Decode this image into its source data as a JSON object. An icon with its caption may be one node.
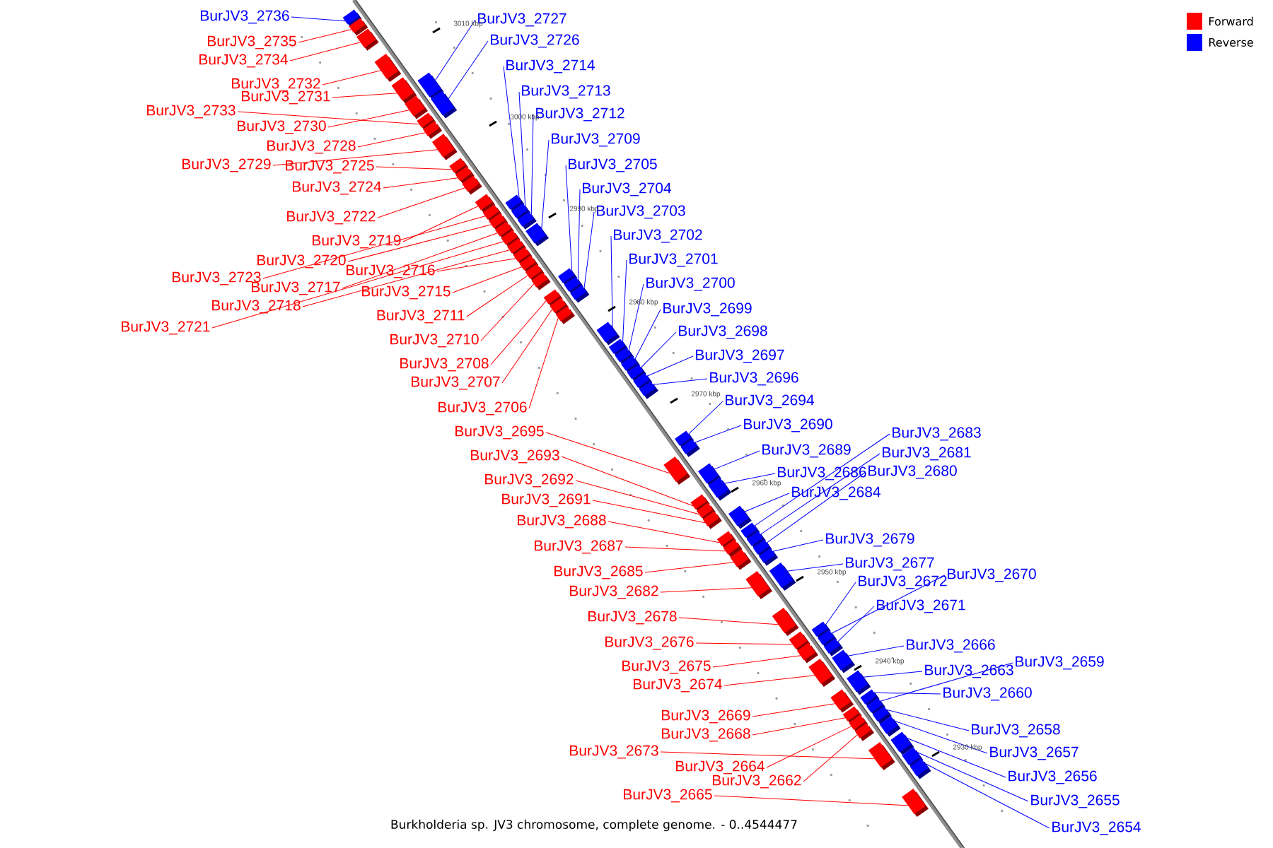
{
  "diagram": {
    "caption": "Burkholderia sp. JV3 chromosome, complete genome. - 0..4544477",
    "nodes": [
      {
        "text": [
          "BurJV3_2736"
        ]
      },
      {
        "text": [
          "BurJV3_2735"
        ]
      },
      {
        "text": [
          "BurJV3_2734"
        ]
      },
      {
        "text": [
          "BurJV3_2732"
        ]
      },
      {
        "text": [
          "BurJV3_2733"
        ]
      },
      {
        "text": [
          "BurJV3_2731"
        ]
      },
      {
        "text": [
          "BurJV3_2730"
        ]
      },
      {
        "text": [
          "BurJV3_2728"
        ]
      },
      {
        "text": [
          "BurJV3_2729"
        ]
      },
      {
        "text": [
          "BurJV3_2725"
        ]
      },
      {
        "text": [
          "BurJV3_2724"
        ]
      },
      {
        "text": [
          "BurJV3_2722"
        ]
      },
      {
        "text": [
          "BurJV3_2719"
        ]
      },
      {
        "text": [
          "BurJV3_2720"
        ]
      },
      {
        "text": [
          "BurJV3_2716"
        ]
      },
      {
        "text": [
          "BurJV3_2723"
        ]
      },
      {
        "text": [
          "BurJV3_2717"
        ]
      },
      {
        "text": [
          "BurJV3_2715"
        ]
      },
      {
        "text": [
          "BurJV3_2718"
        ]
      },
      {
        "text": [
          "BurJV3_2721"
        ]
      },
      {
        "text": [
          "BurJV3_2711"
        ]
      },
      {
        "text": [
          "BurJV3_2710"
        ]
      },
      {
        "text": [
          "BurJV3_2708"
        ]
      },
      {
        "text": [
          "BurJV3_2707"
        ]
      },
      {
        "text": [
          "BurJV3_2706"
        ]
      },
      {
        "text": [
          "BurJV3_2695"
        ]
      },
      {
        "text": [
          "BurJV3_2693"
        ]
      },
      {
        "text": [
          "BurJV3_2692"
        ]
      },
      {
        "text": [
          "BurJV3_2691"
        ]
      },
      {
        "text": [
          "BurJV3_2688"
        ]
      },
      {
        "text": [
          "BurJV3_2687"
        ]
      },
      {
        "text": [
          "BurJV3_2685"
        ]
      },
      {
        "text": [
          "BurJV3_2682"
        ]
      },
      {
        "text": [
          "BurJV3_2678"
        ]
      },
      {
        "text": [
          "BurJV3_2676"
        ]
      },
      {
        "text": [
          "BurJV3_2675"
        ]
      },
      {
        "text": [
          "BurJV3_2674"
        ]
      },
      {
        "text": [
          "BurJV3_2669"
        ]
      },
      {
        "text": [
          "BurJV3_2668"
        ]
      },
      {
        "text": [
          "BurJV3_2673"
        ]
      },
      {
        "text": [
          "BurJV3_2664"
        ]
      },
      {
        "text": [
          "BurJV3_2662"
        ]
      },
      {
        "text": [
          "BurJV3_2665"
        ]
      },
      {
        "text": [
          "BurJV3_2727"
        ]
      },
      {
        "text": [
          "BurJV3_2726"
        ]
      },
      {
        "text": [
          "BurJV3_2714"
        ]
      },
      {
        "text": [
          "BurJV3_2713"
        ]
      },
      {
        "text": [
          "BurJV3_2712"
        ]
      },
      {
        "text": [
          "BurJV3_2709"
        ]
      },
      {
        "text": [
          "BurJV3_2705"
        ]
      },
      {
        "text": [
          "BurJV3_2704"
        ]
      },
      {
        "text": [
          "BurJV3_2703"
        ]
      },
      {
        "text": [
          "BurJV3_2702"
        ]
      },
      {
        "text": [
          "BurJV3_2701"
        ]
      },
      {
        "text": [
          "BurJV3_2700"
        ]
      },
      {
        "text": [
          "BurJV3_2699"
        ]
      },
      {
        "text": [
          "BurJV3_2698"
        ]
      },
      {
        "text": [
          "BurJV3_2697"
        ]
      },
      {
        "text": [
          "BurJV3_2696"
        ]
      },
      {
        "text": [
          "BurJV3_2694"
        ]
      },
      {
        "text": [
          "BurJV3_2690"
        ]
      },
      {
        "text": [
          "BurJV3_2689"
        ]
      },
      {
        "text": [
          "BurJV3_2686"
        ]
      },
      {
        "text": [
          "BurJV3_2684"
        ]
      },
      {
        "text": [
          "BurJV3_2683"
        ]
      },
      {
        "text": [
          "BurJV3_2681"
        ]
      },
      {
        "text": [
          "BurJV3_2680"
        ]
      },
      {
        "text": [
          "BurJV3_2679"
        ]
      },
      {
        "text": [
          "BurJV3_2677"
        ]
      },
      {
        "text": [
          "BurJV3_2672"
        ]
      },
      {
        "text": [
          "BurJV3_2670"
        ]
      },
      {
        "text": [
          "BurJV3_2671"
        ]
      },
      {
        "text": [
          "BurJV3_2666"
        ]
      },
      {
        "text": [
          "BurJV3_2663"
        ]
      },
      {
        "text": [
          "BurJV3_2659"
        ]
      },
      {
        "text": [
          "BurJV3_2660"
        ]
      },
      {
        "text": [
          "BurJV3_2658"
        ]
      },
      {
        "text": [
          "BurJV3_2657"
        ]
      },
      {
        "text": [
          "BurJV3_2656"
        ]
      },
      {
        "text": [
          "BurJV3_2655"
        ]
      },
      {
        "text": [
          "BurJV3_2654"
        ]
      },
      {
        "text": [],
        "shape": "box"
      },
      {
        "text": [],
        "shape": "box"
      },
      {
        "text": [],
        "shape": "box"
      },
      {
        "text": [],
        "shape": "box"
      },
      {
        "text": [],
        "shape": "box"
      },
      {
        "text": [],
        "shape": "box"
      },
      {
        "text": [],
        "shape": "box"
      },
      {
        "text": [],
        "shape": "box"
      },
      {
        "text": [],
        "shape": "box"
      },
      {
        "text": [],
        "shape": "box"
      },
      {
        "text": [],
        "shape": "box"
      },
      {
        "text": [],
        "shape": "box"
      },
      {
        "text": [],
        "shape": "box"
      },
      {
        "text": [],
        "shape": "box"
      },
      {
        "text": [],
        "shape": "box"
      },
      {
        "text": [],
        "shape": "box"
      },
      {
        "text": [],
        "shape": "box"
      },
      {
        "text": [],
        "shape": "box"
      },
      {
        "text": [],
        "shape": "box"
      },
      {
        "text": [],
        "shape": "box"
      },
      {
        "text": [],
        "shape": "box"
      },
      {
        "text": [],
        "shape": "box"
      },
      {
        "text": [],
        "shape": "box"
      },
      {
        "text": [],
        "shape": "box"
      },
      {
        "text": [],
        "shape": "box"
      },
      {
        "text": [],
        "shape": "box"
      },
      {
        "text": [],
        "shape": "box"
      },
      {
        "text": [],
        "shape": "box"
      },
      {
        "text": [],
        "shape": "box"
      },
      {
        "text": [],
        "shape": "box"
      },
      {
        "text": [],
        "shape": "box"
      },
      {
        "text": [],
        "shape": "box"
      },
      {
        "text": [],
        "shape": "box"
      },
      {
        "text": [],
        "shape": "box"
      },
      {
        "text": [],
        "shape": "box"
      },
      {
        "text": [],
        "shape": "box"
      },
      {
        "text": [],
        "shape": "box"
      },
      {
        "text": [],
        "shape": "box"
      },
      {
        "text": [],
        "shape": "box"
      },
      {
        "text": [],
        "shape": "box"
      },
      {
        "text": [],
        "shape": "box"
      },
      {
        "text": [],
        "shape": "box"
      },
      {
        "text": [],
        "shape": "box"
      },
      {
        "text": [],
        "shape": "box"
      },
      {
        "text": [],
        "shape": "box"
      },
      {
        "text": [],
        "shape": "box"
      },
      {
        "text": [],
        "shape": "box"
      },
      {
        "text": [],
        "shape": "box"
      },
      {
        "text": [],
        "shape": "box"
      },
      {
        "text": [],
        "shape": "box"
      },
      {
        "text": [],
        "shape": "box"
      },
      {
        "text": [],
        "shape": "box"
      },
      {
        "text": [],
        "shape": "box"
      },
      {
        "text": [],
        "shape": "box"
      },
      {
        "text": [],
        "shape": "box"
      },
      {
        "text": [],
        "shape": "box"
      },
      {
        "text": [],
        "shape": "box"
      },
      {
        "text": [],
        "shape": "box"
      },
      {
        "text": [],
        "shape": "box"
      },
      {
        "text": [],
        "shape": "box"
      },
      {
        "text": [],
        "shape": "box"
      },
      {
        "text": [],
        "shape": "box"
      },
      {
        "text": [],
        "shape": "box"
      },
      {
        "text": [],
        "shape": "box"
      },
      {
        "text": [],
        "shape": "box"
      },
      {
        "text": [],
        "shape": "box"
      },
      {
        "text": [],
        "shape": "box"
      },
      {
        "text": [],
        "shape": "box"
      },
      {
        "text": [],
        "shape": "box"
      },
      {
        "text": [],
        "shape": "box"
      },
      {
        "text": [],
        "shape": "box"
      },
      {
        "text": [],
        "shape": "box"
      },
      {
        "text": [],
        "shape": "box"
      },
      {
        "text": [],
        "shape": "box"
      },
      {
        "text": [],
        "shape": "box"
      },
      {
        "text": [],
        "shape": "box"
      },
      {
        "text": [],
        "shape": "box"
      },
      {
        "text": [],
        "shape": "box"
      },
      {
        "text": [],
        "shape": "box"
      },
      {
        "text": [],
        "shape": "box"
      },
      {
        "text": [],
        "shape": "box"
      }
    ],
    "edges": [
      {
        "from": 0,
        "to": 81,
        "arrow": "none",
        "color": "#0000ff"
      },
      {
        "from": 1,
        "to": 82,
        "arrow": "none",
        "color": "#ff0000"
      },
      {
        "from": 2,
        "to": 83,
        "arrow": "none",
        "color": "#ff0000"
      },
      {
        "from": 3,
        "to": 84,
        "arrow": "none",
        "color": "#ff0000"
      },
      {
        "from": 4,
        "to": 89,
        "arrow": "none",
        "color": "#ff0000"
      },
      {
        "from": 5,
        "to": 85,
        "arrow": "none",
        "color": "#ff0000"
      },
      {
        "from": 6,
        "to": 87,
        "arrow": "none",
        "color": "#ff0000"
      },
      {
        "from": 7,
        "to": 90,
        "arrow": "none",
        "color": "#ff0000"
      },
      {
        "from": 8,
        "to": 91,
        "arrow": "none",
        "color": "#ff0000"
      },
      {
        "from": 9,
        "to": 92,
        "arrow": "none",
        "color": "#ff0000"
      },
      {
        "from": 10,
        "to": 93,
        "arrow": "none",
        "color": "#ff0000"
      },
      {
        "from": 11,
        "to": 94,
        "arrow": "none",
        "color": "#ff0000"
      },
      {
        "from": 12,
        "to": 95,
        "arrow": "none",
        "color": "#ff0000"
      },
      {
        "from": 13,
        "to": 97,
        "arrow": "none",
        "color": "#ff0000"
      },
      {
        "from": 14,
        "to": 104,
        "arrow": "none",
        "color": "#ff0000"
      },
      {
        "from": 15,
        "to": 96,
        "arrow": "none",
        "color": "#ff0000"
      },
      {
        "from": 16,
        "to": 100,
        "arrow": "none",
        "color": "#ff0000"
      },
      {
        "from": 17,
        "to": 105,
        "arrow": "none",
        "color": "#ff0000"
      },
      {
        "from": 18,
        "to": 103,
        "arrow": "none",
        "color": "#ff0000"
      },
      {
        "from": 19,
        "to": 102,
        "arrow": "none",
        "color": "#ff0000"
      },
      {
        "from": 20,
        "to": 107,
        "arrow": "none",
        "color": "#ff0000"
      },
      {
        "from": 21,
        "to": 108,
        "arrow": "none",
        "color": "#ff0000"
      },
      {
        "from": 22,
        "to": 111,
        "arrow": "none",
        "color": "#ff0000"
      },
      {
        "from": 23,
        "to": 112,
        "arrow": "none",
        "color": "#ff0000"
      },
      {
        "from": 24,
        "to": 114,
        "arrow": "none",
        "color": "#ff0000"
      },
      {
        "from": 25,
        "to": 124,
        "arrow": "none",
        "color": "#ff0000"
      },
      {
        "from": 26,
        "to": 126,
        "arrow": "none",
        "color": "#ff0000"
      },
      {
        "from": 27,
        "to": 128,
        "arrow": "none",
        "color": "#ff0000"
      },
      {
        "from": 28,
        "to": 129,
        "arrow": "none",
        "color": "#ff0000"
      },
      {
        "from": 29,
        "to": 131,
        "arrow": "none",
        "color": "#ff0000"
      },
      {
        "from": 30,
        "to": 132,
        "arrow": "none",
        "color": "#ff0000"
      },
      {
        "from": 31,
        "to": 136,
        "arrow": "none",
        "color": "#ff0000"
      },
      {
        "from": 32,
        "to": 138,
        "arrow": "none",
        "color": "#ff0000"
      },
      {
        "from": 33,
        "to": 140,
        "arrow": "none",
        "color": "#ff0000"
      },
      {
        "from": 34,
        "to": 141,
        "arrow": "none",
        "color": "#ff0000"
      },
      {
        "from": 35,
        "to": 144,
        "arrow": "none",
        "color": "#ff0000"
      },
      {
        "from": 36,
        "to": 146,
        "arrow": "none",
        "color": "#ff0000"
      },
      {
        "from": 37,
        "to": 149,
        "arrow": "none",
        "color": "#ff0000"
      },
      {
        "from": 38,
        "to": 151,
        "arrow": "none",
        "color": "#ff0000"
      },
      {
        "from": 39,
        "to": 157,
        "arrow": "none",
        "color": "#ff0000"
      },
      {
        "from": 40,
        "to": 153,
        "arrow": "none",
        "color": "#ff0000"
      },
      {
        "from": 41,
        "to": 155,
        "arrow": "none",
        "color": "#ff0000"
      },
      {
        "from": 42,
        "to": 161,
        "arrow": "none",
        "color": "#ff0000"
      },
      {
        "from": 43,
        "to": 86,
        "arrow": "none",
        "color": "#0000ff"
      },
      {
        "from": 44,
        "to": 88,
        "arrow": "none",
        "color": "#0000ff"
      },
      {
        "from": 45,
        "to": 98,
        "arrow": "none",
        "color": "#0000ff"
      },
      {
        "from": 46,
        "to": 99,
        "arrow": "none",
        "color": "#0000ff"
      },
      {
        "from": 47,
        "to": 101,
        "arrow": "none",
        "color": "#0000ff"
      },
      {
        "from": 48,
        "to": 106,
        "arrow": "none",
        "color": "#0000ff"
      },
      {
        "from": 49,
        "to": 109,
        "arrow": "none",
        "color": "#0000ff"
      },
      {
        "from": 50,
        "to": 110,
        "arrow": "none",
        "color": "#0000ff"
      },
      {
        "from": 51,
        "to": 113,
        "arrow": "none",
        "color": "#0000ff"
      },
      {
        "from": 52,
        "to": 115,
        "arrow": "none",
        "color": "#0000ff"
      },
      {
        "from": 53,
        "to": 116,
        "arrow": "none",
        "color": "#0000ff"
      },
      {
        "from": 54,
        "to": 117,
        "arrow": "none",
        "color": "#0000ff"
      },
      {
        "from": 55,
        "to": 118,
        "arrow": "none",
        "color": "#0000ff"
      },
      {
        "from": 56,
        "to": 119,
        "arrow": "none",
        "color": "#0000ff"
      },
      {
        "from": 57,
        "to": 120,
        "arrow": "none",
        "color": "#0000ff"
      },
      {
        "from": 58,
        "to": 121,
        "arrow": "none",
        "color": "#0000ff"
      },
      {
        "from": 59,
        "to": 122,
        "arrow": "none",
        "color": "#0000ff"
      },
      {
        "from": 60,
        "to": 123,
        "arrow": "none",
        "color": "#0000ff"
      },
      {
        "from": 61,
        "to": 125,
        "arrow": "none",
        "color": "#0000ff"
      },
      {
        "from": 62,
        "to": 127,
        "arrow": "none",
        "color": "#0000ff"
      },
      {
        "from": 63,
        "to": 130,
        "arrow": "none",
        "color": "#0000ff"
      },
      {
        "from": 64,
        "to": 133,
        "arrow": "none",
        "color": "#0000ff"
      },
      {
        "from": 65,
        "to": 134,
        "arrow": "none",
        "color": "#0000ff"
      },
      {
        "from": 66,
        "to": 135,
        "arrow": "none",
        "color": "#0000ff"
      },
      {
        "from": 67,
        "to": 137,
        "arrow": "none",
        "color": "#0000ff"
      },
      {
        "from": 68,
        "to": 139,
        "arrow": "none",
        "color": "#0000ff"
      },
      {
        "from": 69,
        "to": 142,
        "arrow": "none",
        "color": "#0000ff"
      },
      {
        "from": 70,
        "to": 143,
        "arrow": "none",
        "color": "#0000ff"
      },
      {
        "from": 71,
        "to": 145,
        "arrow": "none",
        "color": "#0000ff"
      },
      {
        "from": 72,
        "to": 147,
        "arrow": "none",
        "color": "#0000ff"
      },
      {
        "from": 73,
        "to": 148,
        "arrow": "none",
        "color": "#0000ff"
      },
      {
        "from": 74,
        "to": 152,
        "arrow": "none",
        "color": "#0000ff"
      },
      {
        "from": 75,
        "to": 150,
        "arrow": "none",
        "color": "#0000ff"
      },
      {
        "from": 76,
        "to": 154,
        "arrow": "none",
        "color": "#0000ff"
      },
      {
        "from": 77,
        "to": 156,
        "arrow": "none",
        "color": "#0000ff"
      },
      {
        "from": 78,
        "to": 158,
        "arrow": "none",
        "color": "#0000ff"
      },
      {
        "from": 79,
        "to": 159,
        "arrow": "none",
        "color": "#0000ff"
      },
      {
        "from": 80,
        "to": 160,
        "arrow": "none",
        "color": "#0000ff"
      }
    ],
    "labels": [
      "3010 kbp",
      "3000 kbp",
      "2990 kbp",
      "2980 kbp",
      "2970 kbp",
      "2960 kbp",
      "2950 kbp",
      "2940 kbp",
      "2930 kbp"
    ],
    "legend": [
      {
        "text": "Forward",
        "color": "#ff0000"
      },
      {
        "text": "Reverse",
        "color": "#0000ff"
      }
    ]
  }
}
